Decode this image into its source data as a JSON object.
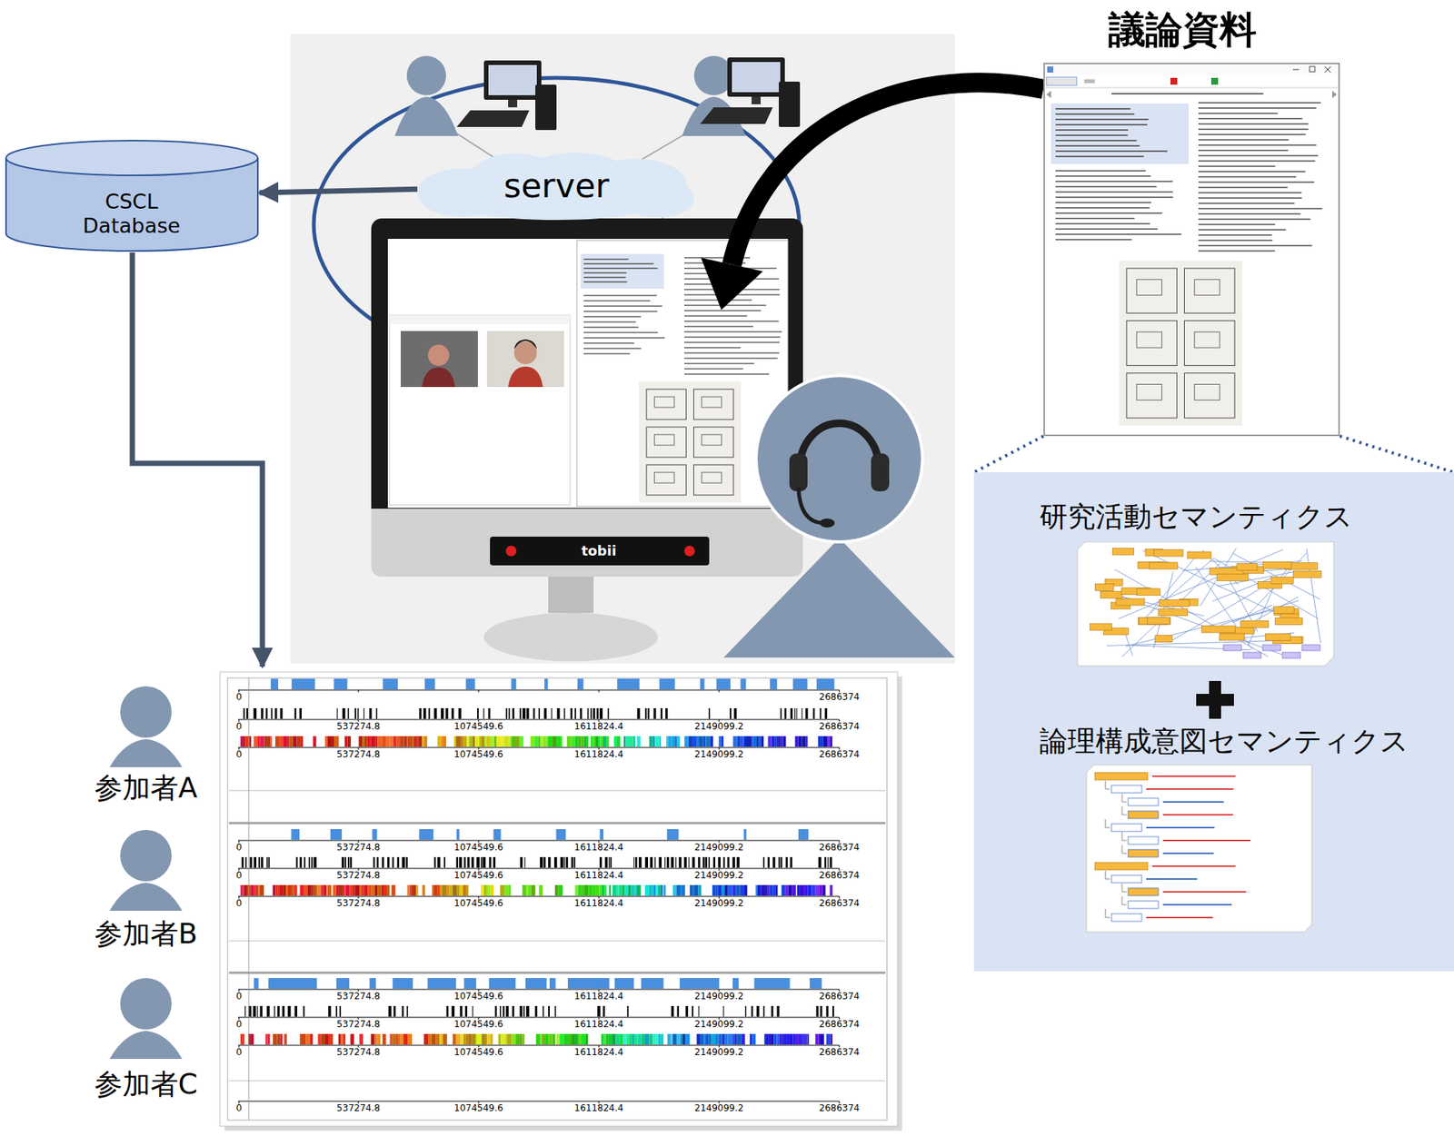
{
  "diagram": {
    "nodes": [
      {
        "text": [
          "CSCL Database"
        ]
      },
      {
        "text": [
          "server"
        ]
      },
      {
        "text": [
          "議論資料"
        ]
      },
      {
        "text": [
          "研究活動セマンティクス",
          "論理構成意図セマンティクス"
        ]
      }
    ],
    "edges": [
      {
        "from": 1,
        "to": 0,
        "arrow": "to"
      },
      {
        "from": 2,
        "to": 3,
        "arrow": "none"
      }
    ],
    "labels": [
      "tobii",
      "参加者A",
      "参加者B",
      "参加者C",
      "0",
      "2686374",
      "0",
      "537274.8",
      "1074549.6",
      "1611824.4",
      "2149099.2",
      "2686374",
      "0",
      "537274.8",
      "1074549.6",
      "1611824.4",
      "2149099.2",
      "2686374",
      "0",
      "537274.8",
      "1074549.6",
      "1611824.4",
      "2149099.2",
      "2686374",
      "0",
      "537274.8",
      "1074549.6",
      "1611824.4",
      "2149099.2",
      "2686374",
      "0",
      "537274.8",
      "1074549.6",
      "1611824.4",
      "2149099.2",
      "2686374",
      "0",
      "537274.8",
      "1074549.6",
      "1611824.4",
      "2149099.2",
      "2686374",
      "0",
      "537274.8",
      "1074549.6",
      "1611824.4",
      "2149099.2",
      "2686374",
      "0",
      "537274.8",
      "1074549.6",
      "1611824.4",
      "2149099.2",
      "2686374",
      "0",
      "537274.8",
      "1074549.6",
      "1611824.4",
      "2149099.2",
      "2686374"
    ]
  }
}
